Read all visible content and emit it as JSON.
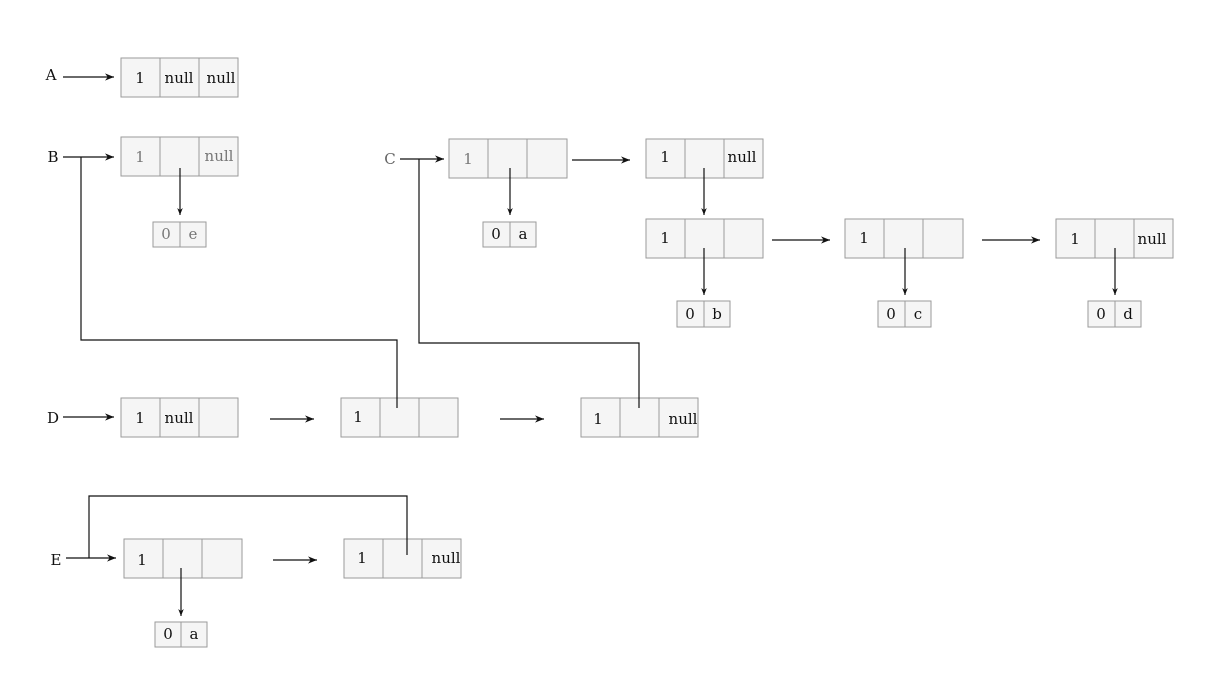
{
  "labels": {
    "A": "A",
    "B": "B",
    "C": "C",
    "D": "D",
    "E": "E"
  },
  "nodes": {
    "a1": {
      "tag": "1",
      "hp": "null",
      "tp": "null"
    },
    "b1": {
      "tag": "1",
      "hp": "",
      "tp": "null"
    },
    "b_atom": {
      "tag": "0",
      "val": "e"
    },
    "c1": {
      "tag": "1",
      "hp": "",
      "tp": ""
    },
    "c_atom": {
      "tag": "0",
      "val": "a"
    },
    "c2": {
      "tag": "1",
      "hp": "",
      "tp": "null"
    },
    "c3": {
      "tag": "1",
      "hp": "",
      "tp": ""
    },
    "b_atom2": {
      "tag": "0",
      "val": "b"
    },
    "c4": {
      "tag": "1",
      "hp": "",
      "tp": ""
    },
    "c_atom2": {
      "tag": "0",
      "val": "c"
    },
    "c5": {
      "tag": "1",
      "hp": "",
      "tp": "null"
    },
    "d_atom": {
      "tag": "0",
      "val": "d"
    },
    "d1": {
      "tag": "1",
      "hp": "null",
      "tp": ""
    },
    "d2": {
      "tag": "1",
      "hp": "",
      "tp": ""
    },
    "d3": {
      "tag": "1",
      "hp": "",
      "tp": "null"
    },
    "e1": {
      "tag": "1",
      "hp": "",
      "tp": ""
    },
    "e_atom": {
      "tag": "0",
      "val": "a"
    },
    "e2": {
      "tag": "1",
      "hp": "",
      "tp": "null"
    }
  }
}
